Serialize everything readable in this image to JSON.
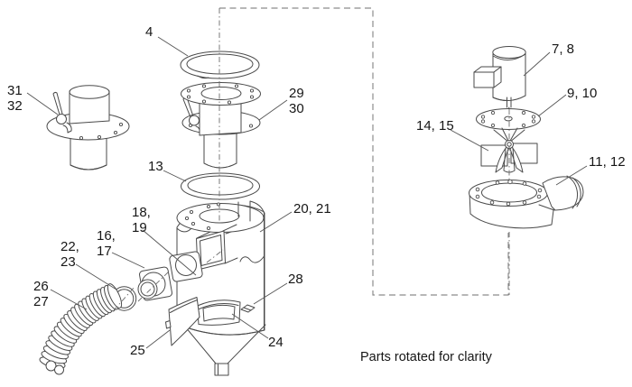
{
  "note": "Parts rotated for clarity",
  "callouts": {
    "c4": "4",
    "c31": "31",
    "c32": "32",
    "c29": "29",
    "c30": "30",
    "c13": "13",
    "c7_8": "7, 8",
    "c9_10": "9, 10",
    "c14_15": "14, 15",
    "c11_12": "11, 12",
    "c20_21": "20, 21",
    "c18": "18,",
    "c19": "19",
    "c16": "16,",
    "c17": "17",
    "c22": "22,",
    "c23": "23",
    "c26": "26",
    "c27": "27",
    "c28": "28",
    "c25": "25",
    "c24": "24"
  },
  "colors": {
    "background": "#ffffff",
    "line": "#4a4a4a",
    "dashed_connector": "#8c8c8c",
    "centerline": "#6b6b6b",
    "label_text": "#161616"
  }
}
